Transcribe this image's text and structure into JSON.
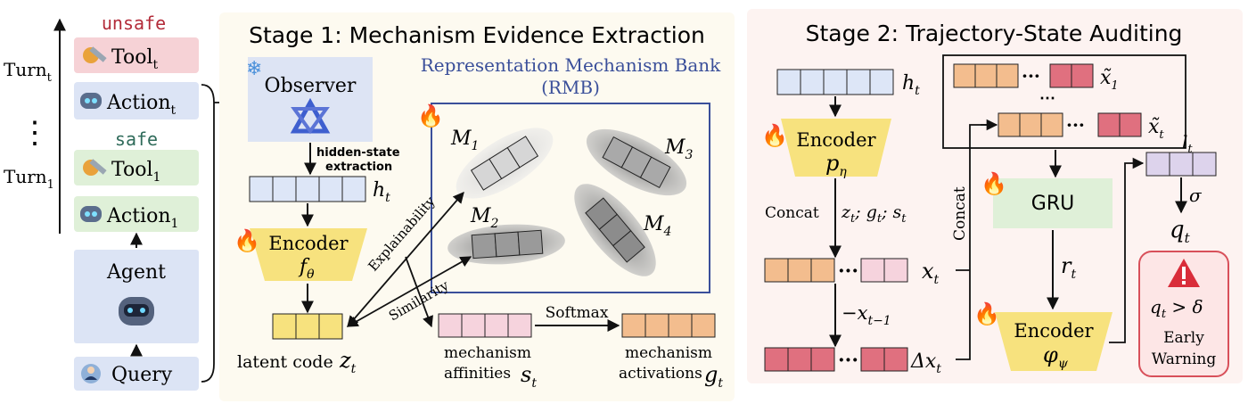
{
  "left": {
    "turn_t": "Turn",
    "turn_t_sub": "t",
    "turn_1": "Turn",
    "turn_1_sub": "1",
    "dots": "⋮",
    "unsafe_label": "unsafe",
    "safe_label": "safe",
    "tool_t": "Tool",
    "tool_t_sub": "t",
    "action_t": "Action",
    "action_t_sub": "t",
    "tool_1": "Tool",
    "tool_1_sub": "1",
    "action_1": "Action",
    "action_1_sub": "1",
    "agent": "Agent",
    "query": "Query"
  },
  "stage1": {
    "title": "Stage 1: Mechanism Evidence Extraction",
    "observer": "Observer",
    "hidden_state": "hidden-state",
    "extraction": "extraction",
    "h_t": "h",
    "h_t_sub": "t",
    "encoder": "Encoder",
    "f_theta": "f",
    "f_theta_sub": "θ",
    "latent_code": "latent code",
    "z_t": "z",
    "z_t_sub": "t",
    "rmb_title": "Representation Mechanism Bank",
    "rmb_abbr": "(RMB)",
    "m1": "M",
    "m1_sub": "1",
    "m2": "M",
    "m2_sub": "2",
    "m3": "M",
    "m3_sub": "3",
    "m4": "M",
    "m4_sub": "4",
    "explainability": "Explainability",
    "similarity": "Similarity",
    "softmax": "Softmax",
    "affinities_l1": "mechanism",
    "affinities_l2": "affinities",
    "s_t": "s",
    "s_t_sub": "t",
    "activations_l1": "mechanism",
    "activations_l2": "activations",
    "g_t": "g",
    "g_t_sub": "t"
  },
  "stage2": {
    "title": "Stage 2: Trajectory-State Auditing",
    "h_t": "h",
    "h_t_sub": "t",
    "encoder": "Encoder",
    "p_eta": "p",
    "p_eta_sub": "η",
    "concat": "Concat",
    "concat_expr": "z",
    "concat_expr_rest": "; g",
    "concat_expr_rest2": "; s",
    "sub_t": "t",
    "x_t": "x",
    "minus_x": "−x",
    "minus_x_sub": "t−1",
    "delta_x": "Δx",
    "x_tilde_1": "x̃",
    "x_tilde_1_sub": "1",
    "x_tilde_t": "x̃",
    "x_tilde_t_sub": "t",
    "gru": "GRU",
    "r_t": "r",
    "encoder2": "Encoder",
    "phi_psi": "φ",
    "phi_psi_sub": "ψ",
    "concat_vertical": "Concat",
    "l_t": "l",
    "l_t_sub": "t",
    "sigma": "σ",
    "q_t": "q",
    "q_t_sub": "t",
    "warning_cond": "q",
    "warning_cond_rest": " > δ",
    "early": "Early",
    "warning": "Warning",
    "ellipsis": "···",
    "vdots": "⋯"
  },
  "colors": {
    "stage1_bg": "#fdfaf0",
    "stage2_bg": "#fdf3f1",
    "blue_cell": "#dde6f7",
    "yellow_cell": "#f7e27e",
    "pink_cell": "#f6d3dd",
    "orange_cell": "#f3bd8e",
    "red_cell": "#e0707f",
    "purple_cell": "#ddd3ec",
    "rmb_border": "#3a4f9a",
    "unsafe_red": "#b32c3a",
    "safe_green": "#2f6b5a"
  }
}
